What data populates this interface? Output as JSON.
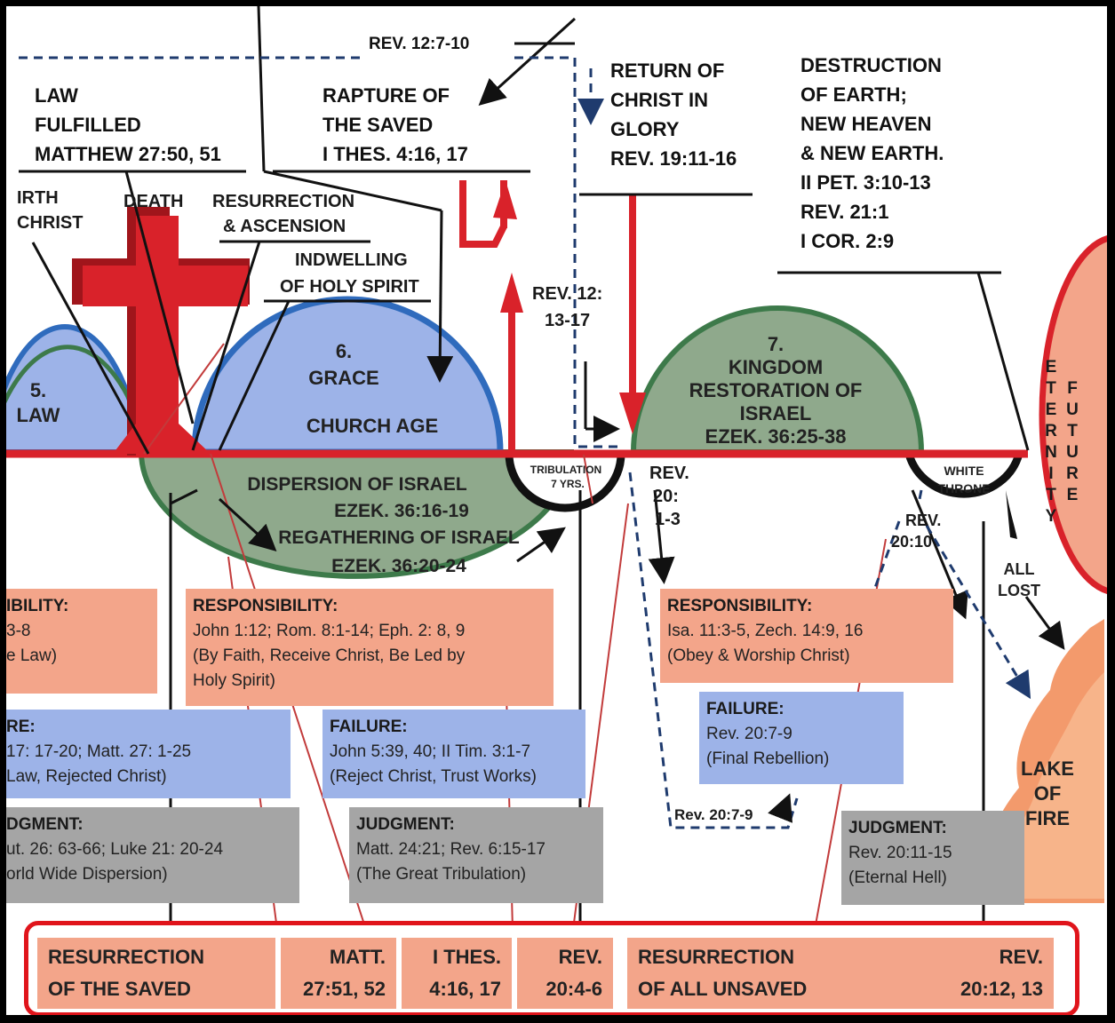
{
  "texts": {
    "law_fulfilled": [
      "LAW",
      "FULFILLED",
      "MATTHEW 27:50, 51"
    ],
    "rapture": [
      "RAPTURE OF",
      "THE SAVED",
      "I THES. 4:16, 17"
    ],
    "rev_12_7": "REV. 12:7-10",
    "return": [
      "RETURN OF",
      "CHRIST IN",
      "GLORY",
      "REV. 19:11-16"
    ],
    "destruction": [
      "DESTRUCTION",
      "OF EARTH;",
      "NEW HEAVEN",
      "& NEW EARTH.",
      "II PET. 3:10-13",
      "REV. 21:1",
      "I COR. 2:9"
    ],
    "birth": [
      "IRTH",
      "CHRIST"
    ],
    "death": "DEATH",
    "resurrection_ascension": [
      "RESURRECTION",
      "& ASCENSION"
    ],
    "indwelling": [
      "INDWELLING",
      "OF HOLY SPIRIT"
    ],
    "law_dispensation": [
      "5.",
      "LAW"
    ],
    "grace": [
      "6.",
      "GRACE"
    ],
    "church_age": "CHURCH AGE",
    "rev_12_13": [
      "REV. 12:",
      "13-17"
    ],
    "kingdom": [
      "7.",
      "KINGDOM",
      "RESTORATION OF",
      "ISRAEL",
      "EZEK. 36:25-38"
    ],
    "eternity": "ETERNITY",
    "future": "FUTURE",
    "dispersion": [
      "DISPERSION OF ISRAEL",
      "EZEK. 36:16-19",
      "REGATHERING OF ISRAEL",
      "EZEK. 36:20-24"
    ],
    "tribulation": [
      "TRIBULATION",
      "7 YRS."
    ],
    "rev_20_1": [
      "REV.",
      "20:",
      "1-3"
    ],
    "white_throne": [
      "WHITE",
      "THRONE"
    ],
    "rev_20_10": [
      "REV.",
      "20:10"
    ],
    "all_lost": [
      "ALL",
      "LOST"
    ],
    "lake_of_fire": [
      "LAKE",
      "OF",
      "FIRE"
    ],
    "rev_20_7_small": "Rev. 20:7-9"
  },
  "boxes": {
    "resp_law": {
      "head": "IBILITY:",
      "lines": [
        "3-8",
        "e Law)"
      ]
    },
    "resp_grace": {
      "head": "RESPONSIBILITY:",
      "lines": [
        "John 1:12; Rom. 8:1-14; Eph. 2: 8, 9",
        "(By Faith, Receive Christ, Be Led by",
        "Holy Spirit)"
      ]
    },
    "resp_kingdom": {
      "head": "RESPONSIBILITY:",
      "lines": [
        "Isa. 11:3-5, Zech. 14:9, 16",
        "(Obey & Worship Christ)"
      ]
    },
    "fail_law": {
      "head": "RE:",
      "lines": [
        "17: 17-20; Matt. 27: 1-25",
        "Law, Rejected Christ)"
      ]
    },
    "fail_grace": {
      "head": "FAILURE:",
      "lines": [
        "John 5:39, 40; II Tim. 3:1-7",
        "(Reject Christ, Trust Works)"
      ]
    },
    "fail_kingdom": {
      "head": "FAILURE:",
      "lines": [
        "Rev. 20:7-9",
        "(Final Rebellion)"
      ]
    },
    "judg_law": {
      "head": "DGMENT:",
      "lines": [
        "ut. 26: 63-66; Luke 21: 20-24",
        "orld Wide Dispersion)"
      ]
    },
    "judg_grace": {
      "head": "JUDGMENT:",
      "lines": [
        "Matt. 24:21; Rev. 6:15-17",
        "(The Great Tribulation)"
      ]
    },
    "judg_kingdom": {
      "head": "JUDGMENT:",
      "lines": [
        "Rev. 20:11-15",
        "(Eternal Hell)"
      ]
    }
  },
  "bottom_bar": {
    "saved_label": [
      "RESURRECTION",
      "OF THE SAVED"
    ],
    "matt": [
      "MATT.",
      "27:51, 52"
    ],
    "thes": [
      "I THES.",
      "4:16, 17"
    ],
    "rev1": [
      "REV.",
      "20:4-6"
    ],
    "unsaved_label": [
      "RESURRECTION",
      "OF ALL UNSAVED"
    ],
    "rev2": [
      "REV.",
      "20:12, 13"
    ]
  },
  "colors": {
    "red": "#d9222a",
    "green": "#3d7a4a",
    "blue_edge": "#2f6bbd",
    "blue_fill": "#9db3e8",
    "green_fill": "#8fa98c",
    "salmon": "#f3a58a",
    "gray": "#a5a5a5",
    "navy": "#1f3b6e"
  }
}
